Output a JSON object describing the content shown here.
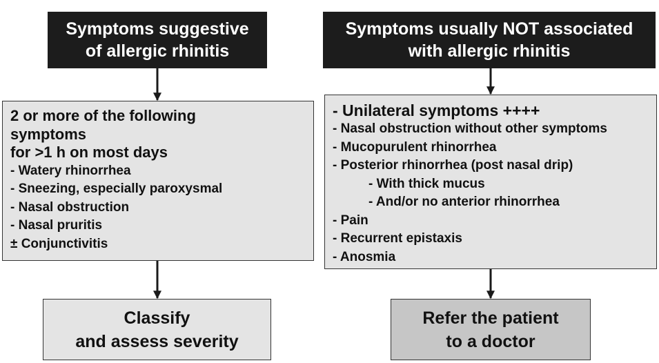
{
  "left": {
    "header": {
      "line1": "Symptoms suggestive",
      "line2": "of allergic rhinitis"
    },
    "criteria": {
      "heading_lines": [
        "2 or more of the following",
        "symptoms",
        "for >1 h on most days"
      ],
      "items": [
        "- Watery rhinorrhea",
        "- Sneezing, especially paroxysmal",
        "- Nasal obstruction",
        "- Nasal pruritis",
        "± Conjunctivitis"
      ]
    },
    "outcome": {
      "line1": "Classify",
      "line2": "and assess severity"
    }
  },
  "right": {
    "header": {
      "line1": "Symptoms usually NOT associated",
      "line2": "with allergic rhinitis"
    },
    "symptoms": {
      "first": "- Unilateral symptoms ++++",
      "items": [
        "- Nasal obstruction without other symptoms",
        "- Mucopurulent rhinorrhea",
        "- Posterior rhinorrhea (post nasal drip)",
        "- With thick mucus",
        "- And/or no anterior rhinorrhea",
        "- Pain",
        "- Recurrent epistaxis",
        "- Anosmia"
      ]
    },
    "outcome": {
      "line1": "Refer the patient",
      "line2": "to a doctor"
    }
  },
  "colors": {
    "header_bg": "#1c1c1c",
    "box_bg": "#e4e4e4",
    "refer_bg": "#c6c6c6",
    "arrow": "#1a1a1a"
  }
}
